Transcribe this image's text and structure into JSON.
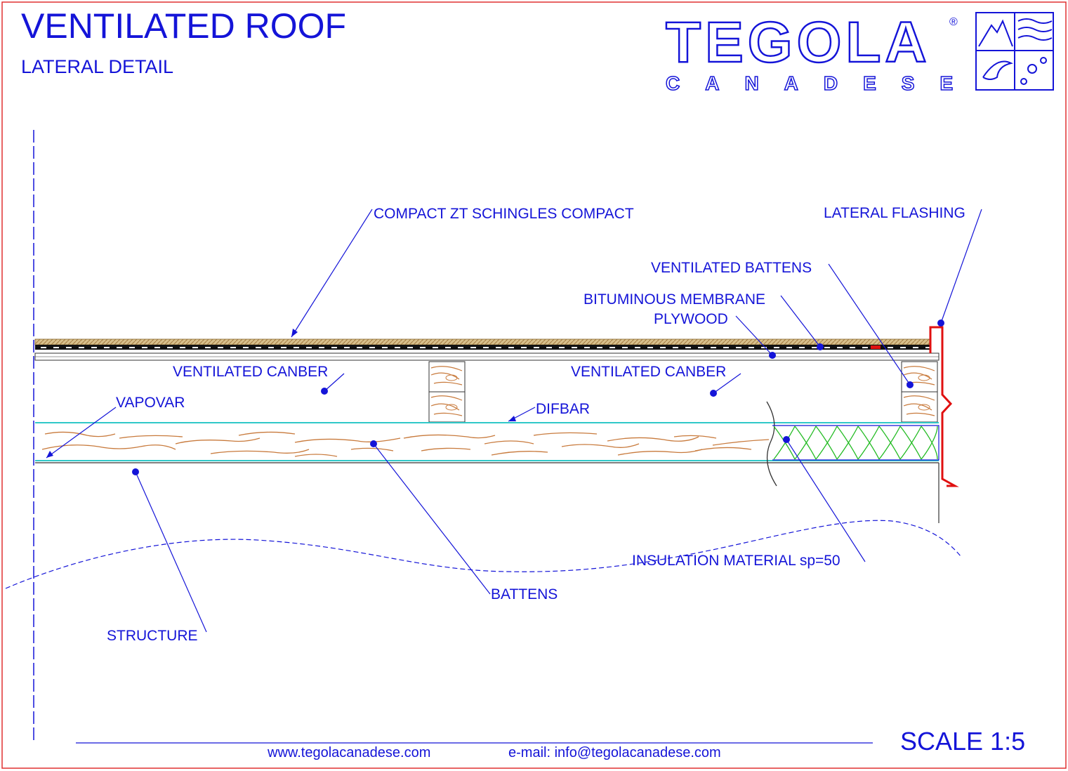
{
  "header": {
    "title": "VENTILATED ROOF",
    "subtitle": "LATERAL DETAIL"
  },
  "logo": {
    "brand": "TEGOLA",
    "sub": "CANADESE",
    "mark": "®"
  },
  "labels": {
    "compact_shingles": "COMPACT ZT SCHINGLES COMPACT",
    "lateral_flashing": "LATERAL FLASHING",
    "ventilated_battens": "VENTILATED BATTENS",
    "bituminous_membrane": "BITUMINOUS MEMBRANE",
    "plywood": "PLYWOOD",
    "ventilated_canber_left": "VENTILATED CANBER",
    "ventilated_canber_right": "VENTILATED CANBER",
    "vapovar": "VAPOVAR",
    "difbar": "DIFBAR",
    "insulation": "INSULATION MATERIAL sp=50",
    "battens": "BATTENS",
    "structure": "STRUCTURE"
  },
  "footer": {
    "website": "www.tegolacanadese.com",
    "email": "e-mail: info@tegolacanadese.com",
    "scale": "SCALE 1:5"
  },
  "colors": {
    "text_blue": "#1414d8",
    "frame_red": "#e03030",
    "flashing_red": "#e01010",
    "shingle_tan": "#c8a878",
    "wood": "#c87a3c",
    "insulation_green": "#22bb22",
    "membrane_cyan": "#30c8c8"
  }
}
